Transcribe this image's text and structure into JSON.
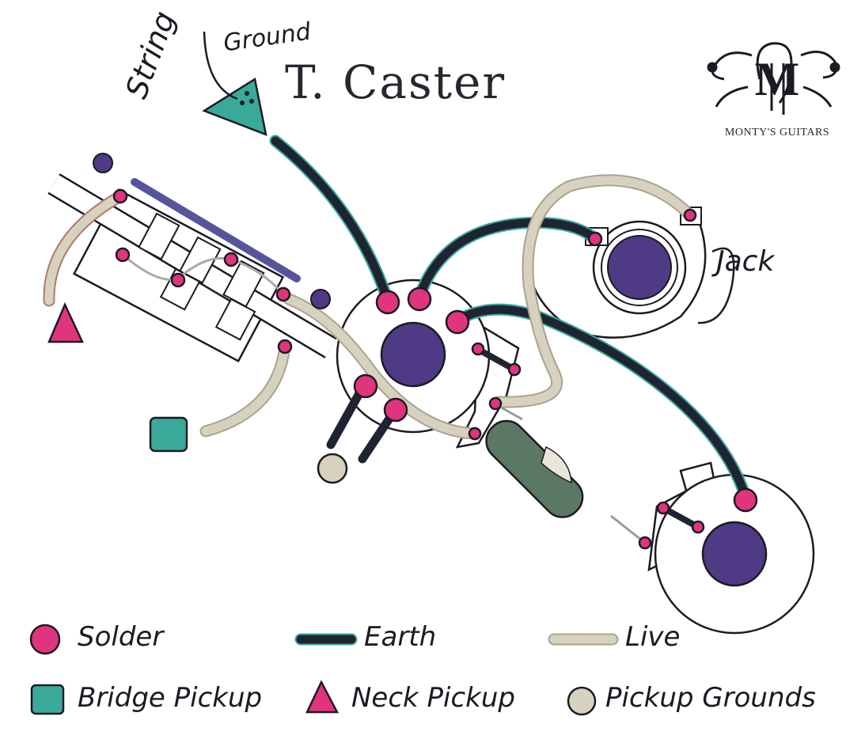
{
  "title": "T. Caster",
  "brand": "MONTY'S GUITARS",
  "labels": {
    "ground": "Ground",
    "string": "String",
    "jack": "Jack"
  },
  "legend": {
    "solder": "Solder",
    "earth": "Earth",
    "live": "Live",
    "bridge_pickup": "Bridge Pickup",
    "neck_pickup": "Neck Pickup",
    "pickup_grounds": "Pickup Grounds"
  },
  "colors": {
    "solder": "#e0357e",
    "earth": "#1f2432",
    "live": "#d7d2c0",
    "bridge_pickup": "#3aa99a",
    "neck_pickup": "#e0357e",
    "pickup_grounds": "#d7d2c0",
    "pot_shaft": "#4f3a86",
    "switch_bar": "#56549a",
    "capacitor": "#5b7863"
  }
}
